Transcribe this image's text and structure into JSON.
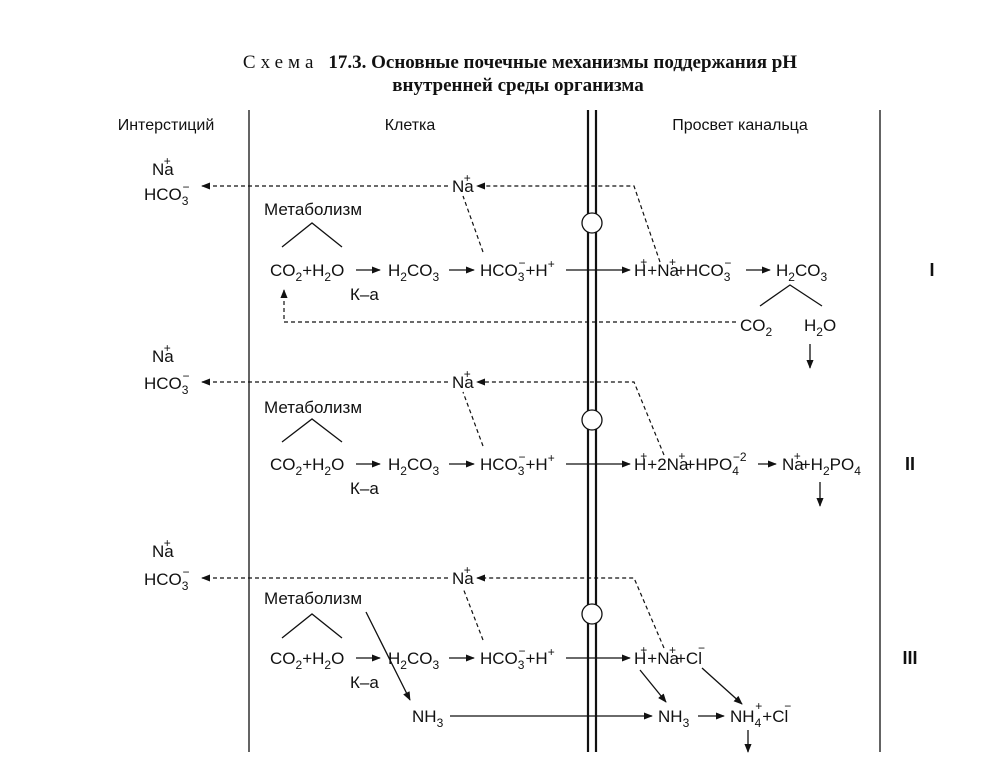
{
  "title": {
    "prefix": "Схема",
    "line1": "17.3. Основные почечные механизмы поддержания pH",
    "line2": "внутренней среды организма"
  },
  "headers": {
    "interstitium": "Интерстиций",
    "cell": "Клетка",
    "lumen": "Просвет канальца"
  },
  "sections": [
    {
      "id": "I",
      "roman": "I",
      "metabolism": "Метаболизм",
      "enzyme": "К–а"
    },
    {
      "id": "II",
      "roman": "II",
      "metabolism": "Метаболизм",
      "enzyme": "К–а"
    },
    {
      "id": "III",
      "roman": "III",
      "metabolism": "Метаболизм",
      "enzyme": "К–а"
    }
  ]
}
